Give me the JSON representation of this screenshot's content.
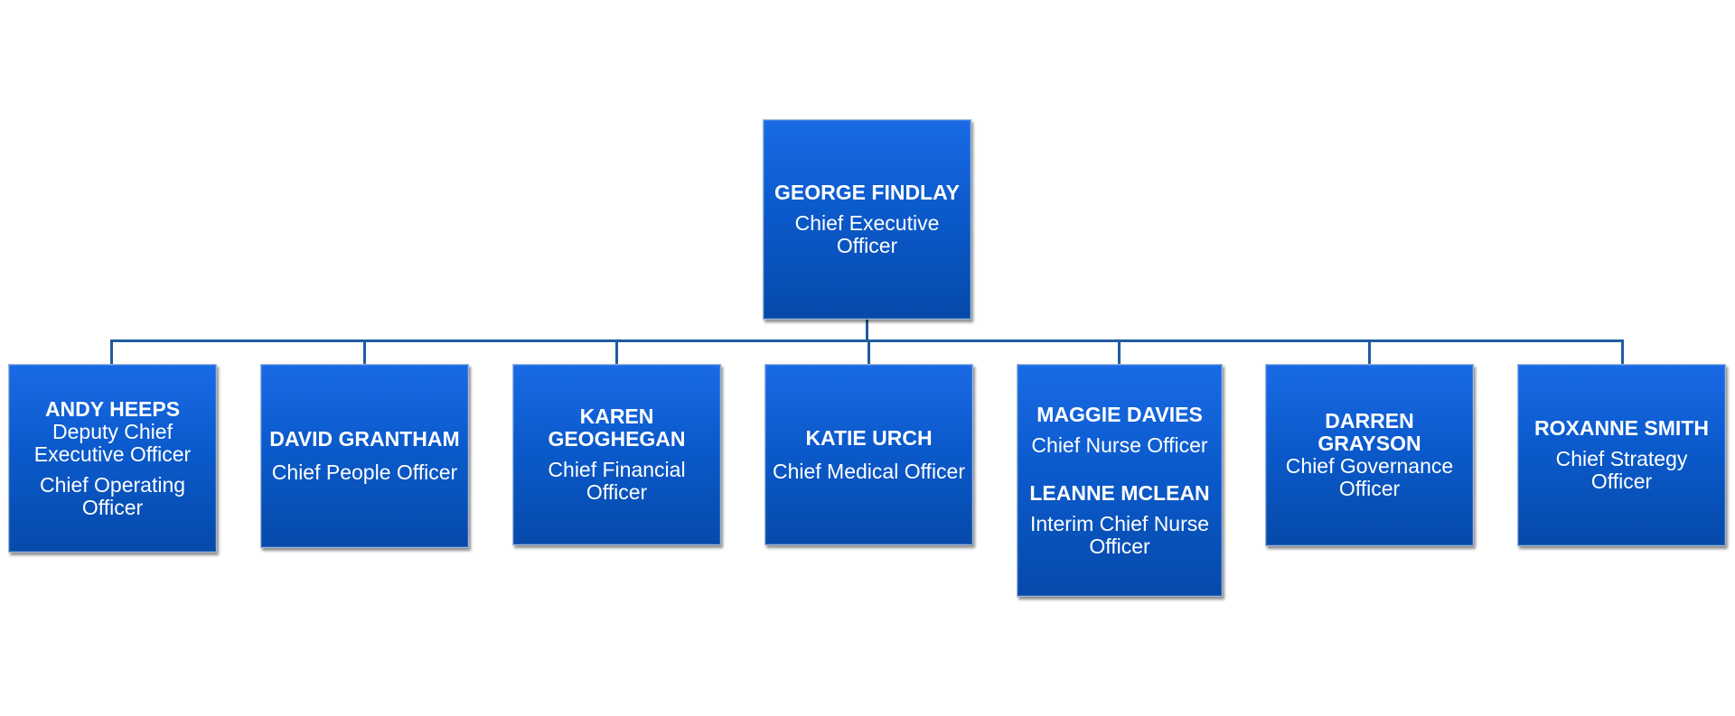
{
  "chart": {
    "root": {
      "name": "GEORGE FINDLAY",
      "role": "Chief Executive\nOfficer"
    },
    "reports": [
      {
        "name": "ANDY HEEPS",
        "role": "Deputy Chief\nExecutive Officer",
        "role2": "Chief Operating\nOfficer"
      },
      {
        "name": "DAVID GRANTHAM",
        "role": "Chief People Officer"
      },
      {
        "name": "KAREN\nGEOGHEGAN",
        "role": "Chief Financial\nOfficer"
      },
      {
        "name": "KATIE URCH",
        "role": "Chief Medical Officer"
      },
      {
        "name": "MAGGIE DAVIES",
        "role": "Chief Nurse Officer",
        "name2": "LEANNE MCLEAN",
        "role2": "Interim Chief Nurse\nOfficer"
      },
      {
        "name": "DARREN\nGRAYSON",
        "role": "Chief Governance\nOfficer"
      },
      {
        "name": "ROXANNE SMITH",
        "role": "Chief Strategy\nOfficer"
      }
    ]
  },
  "colors": {
    "box_fill": "#0b5acc",
    "connector": "#1f5c9e",
    "text": "#ffffff"
  }
}
